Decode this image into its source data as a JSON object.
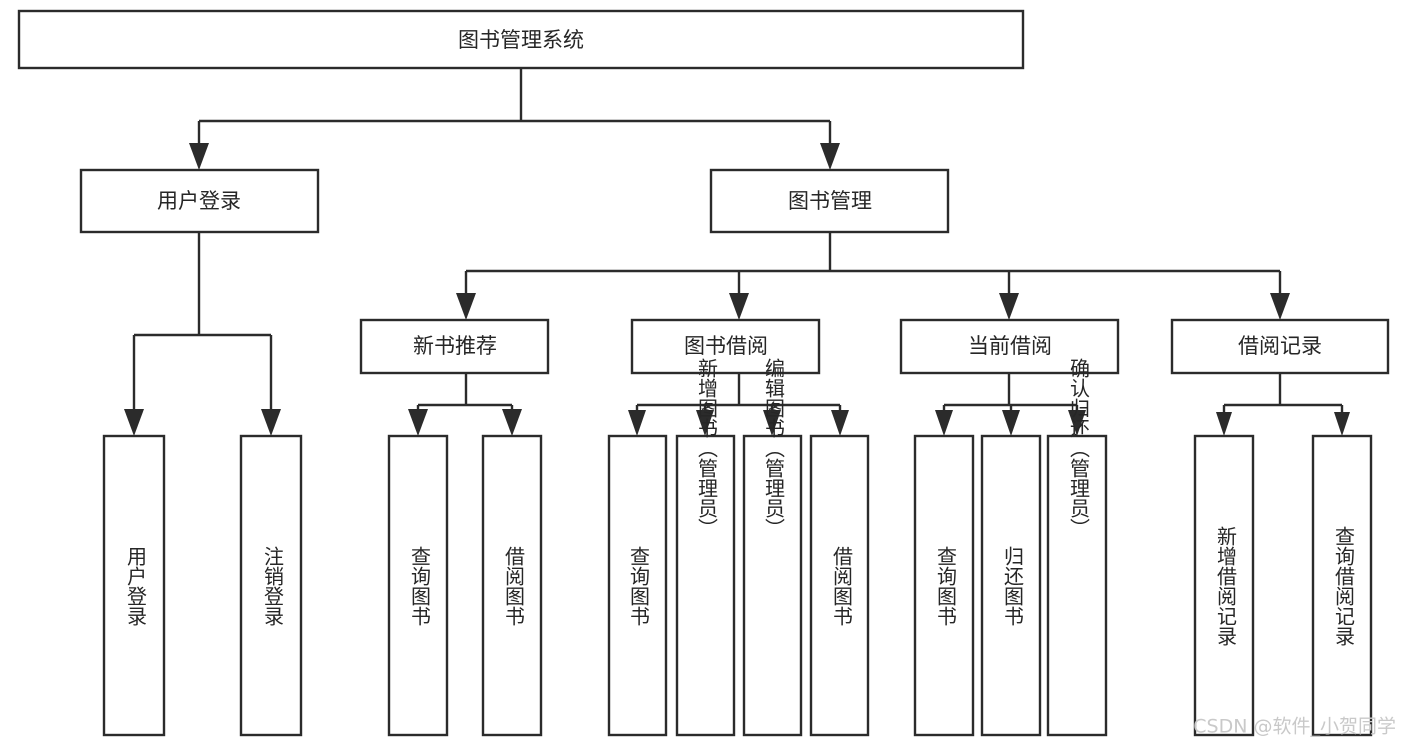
{
  "diagram": {
    "type": "tree",
    "title": "图书管理系统",
    "watermark": "CSDN @软件_小贺同学",
    "colors": {
      "background": "#ffffff",
      "stroke": "#2b2b2b",
      "node_fill": "#ffffff",
      "text": "#262626",
      "watermark": "#c9c9c9"
    },
    "root": {
      "id": "root",
      "label": "图书管理系统",
      "orientation": "horizontal"
    },
    "level2": [
      {
        "id": "user-login",
        "label": "用户登录",
        "orientation": "horizontal"
      },
      {
        "id": "book-management",
        "label": "图书管理",
        "orientation": "horizontal"
      }
    ],
    "level3": [
      {
        "id": "new-book-recommend",
        "label": "新书推荐",
        "orientation": "horizontal",
        "parent": "book-management"
      },
      {
        "id": "book-borrow",
        "label": "图书借阅",
        "orientation": "horizontal",
        "parent": "book-management"
      },
      {
        "id": "current-borrow",
        "label": "当前借阅",
        "orientation": "horizontal",
        "parent": "book-management"
      },
      {
        "id": "borrow-record",
        "label": "借阅记录",
        "orientation": "horizontal",
        "parent": "book-management"
      }
    ],
    "leaves": [
      {
        "id": "leaf-user-login",
        "label": "用户登录",
        "orientation": "vertical",
        "parent": "user-login"
      },
      {
        "id": "leaf-logout-login",
        "label": "注销登录",
        "orientation": "vertical",
        "parent": "user-login"
      },
      {
        "id": "leaf-query-book-1",
        "label": "查询图书",
        "orientation": "vertical",
        "parent": "new-book-recommend"
      },
      {
        "id": "leaf-borrow-book-1",
        "label": "借阅图书",
        "orientation": "vertical",
        "parent": "new-book-recommend"
      },
      {
        "id": "leaf-query-book-2",
        "label": "查询图书",
        "orientation": "vertical",
        "parent": "book-borrow"
      },
      {
        "id": "leaf-add-book",
        "label": "新增图书（管理员）",
        "orientation": "vertical",
        "parent": "book-borrow"
      },
      {
        "id": "leaf-edit-book",
        "label": "编辑图书（管理员）",
        "orientation": "vertical",
        "parent": "book-borrow"
      },
      {
        "id": "leaf-borrow-book-2",
        "label": "借阅图书",
        "orientation": "vertical",
        "parent": "book-borrow"
      },
      {
        "id": "leaf-query-book-3",
        "label": "查询图书",
        "orientation": "vertical",
        "parent": "current-borrow"
      },
      {
        "id": "leaf-return-book",
        "label": "归还图书",
        "orientation": "vertical",
        "parent": "current-borrow"
      },
      {
        "id": "leaf-confirm-return",
        "label": "确认归还（管理员）",
        "orientation": "vertical",
        "parent": "current-borrow"
      },
      {
        "id": "leaf-add-record",
        "label": "新增借阅记录",
        "orientation": "vertical",
        "parent": "borrow-record"
      },
      {
        "id": "leaf-query-record",
        "label": "查询借阅记录",
        "orientation": "vertical",
        "parent": "borrow-record"
      }
    ]
  }
}
